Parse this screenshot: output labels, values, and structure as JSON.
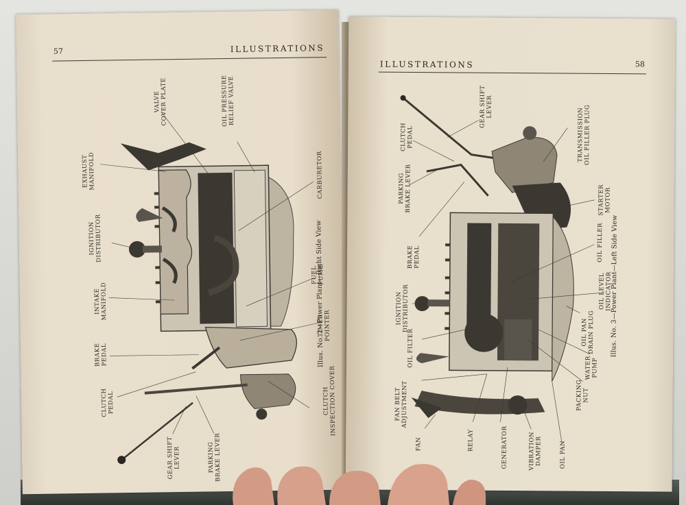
{
  "left_page": {
    "page_number": "57",
    "header": "ILLUSTRATIONS",
    "caption": "Illus. No. 2—Power Plant—Right Side View",
    "labels": {
      "valve_cover_plate": [
        "VALVE",
        "COVER PLATE"
      ],
      "oil_pressure_relief_valve": [
        "OIL PRESSURE",
        "RELIEF VALVE"
      ],
      "exhaust_manifold": [
        "EXHAUST",
        "MANIFOLD"
      ],
      "carburetor": [
        "CARBURETOR"
      ],
      "ignition_distributor": [
        "IGNITION",
        "DISTRIBUTOR"
      ],
      "fuel_pump": [
        "FUEL",
        "PUMP"
      ],
      "intake_manifold": [
        "INTAKE",
        "MANIFOLD"
      ],
      "timer_pointer": [
        "TIMER",
        "POINTER"
      ],
      "brake_pedal": [
        "BRAKE",
        "PEDAL"
      ],
      "clutch_pedal": [
        "CLUTCH",
        "PEDAL"
      ],
      "clutch_inspection_cover": [
        "CLUTCH",
        "INSPECTION COVER"
      ],
      "gear_shift_lever": [
        "GEAR SHIFT",
        "LEVER"
      ],
      "parking_brake_lever": [
        "PARKING",
        "BRAKE LEVER"
      ]
    }
  },
  "right_page": {
    "page_number": "58",
    "header": "ILLUSTRATIONS",
    "caption": "Illus. No. 3—Power Plant—Left Side View",
    "labels": {
      "gear_shift_lever": [
        "GEAR SHIFT",
        "LEVER"
      ],
      "clutch_pedal": [
        "CLUTCH",
        "PEDAL"
      ],
      "transmission_oil_filler_plug": [
        "TRANSMISSION",
        "OIL FILLER PLUG"
      ],
      "parking_brake_lever": [
        "PARKING",
        "BRAKE LEVER"
      ],
      "starter_motor": [
        "STARTER",
        "MOTOR"
      ],
      "brake_pedal": [
        "BRAKE",
        "PEDAL"
      ],
      "oil_filler": [
        "OIL FILLER"
      ],
      "oil_level_indicator": [
        "OIL LEVEL",
        "INDICATOR"
      ],
      "ignition_distributor": [
        "IGNITION",
        "DISTRIBUTOR"
      ],
      "oil_pan_drain_plug": [
        "OIL PAN",
        "DRAIN PLUG"
      ],
      "oil_filter": [
        "OIL FILTER"
      ],
      "water_pump": [
        "WATER",
        "PUMP"
      ],
      "fan_belt_adjustment": [
        "FAN BELT",
        "ADJUSTMENT"
      ],
      "packing_nut": [
        "PACKING",
        "NUT"
      ],
      "fan": [
        "FAN"
      ],
      "relay": [
        "RELAY"
      ],
      "generator": [
        "GENERATOR"
      ],
      "vibration_damper": [
        "VIBRATION",
        "DAMPER"
      ],
      "oil_pan": [
        "OIL PAN"
      ]
    }
  },
  "colors": {
    "paper": "#e8decb",
    "ink": "#2b2720",
    "engine_light": "#cfc7b6",
    "engine_dark": "#3b3832"
  }
}
